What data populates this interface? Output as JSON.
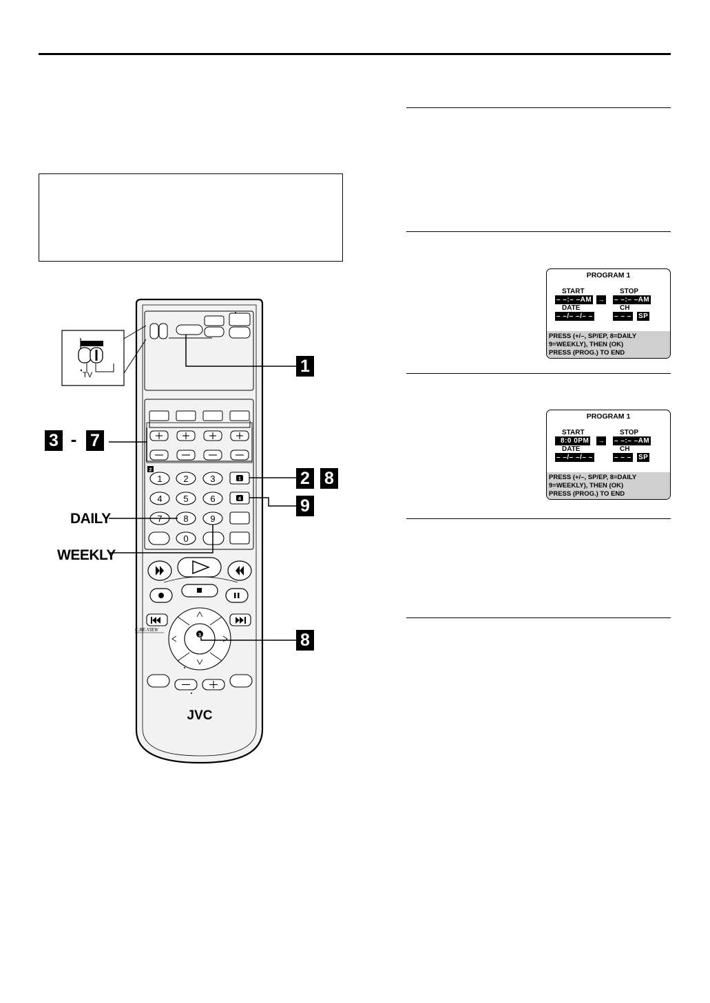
{
  "callouts": {
    "step1": "1",
    "step3": "3",
    "dash": "-",
    "step7": "7",
    "step2": "2",
    "step8a": "8",
    "step9": "9",
    "step8b": "8",
    "daily": "DAILY",
    "weekly": "WEEKLY"
  },
  "remote": {
    "brand": "JVC",
    "switch_label": "TV",
    "keypad": [
      "1",
      "2",
      "3",
      "4",
      "5",
      "6",
      "7",
      "8",
      "9",
      "0"
    ],
    "marker_2": "2",
    "marker_1": "1",
    "marker_4": "4",
    "marker_3": "3",
    "review_label": "C.RE-VIEW"
  },
  "osd_screens": [
    {
      "title": "PROGRAM 1",
      "start_label": "START",
      "start_value": "– –:– –AM",
      "stop_label": "STOP",
      "stop_value": "– –:– –AM",
      "date_label": "DATE",
      "date_value": "– –/– –/– –",
      "ch_label": "CH",
      "ch_value": "– – –",
      "speed": "SP",
      "arrow": "→",
      "msg_line1": "PRESS (+/–, SP/EP, 8=DAILY",
      "msg_line2": "9=WEEKLY), THEN (OK)",
      "msg_line3": "PRESS (PROG.) TO END"
    },
    {
      "title": "PROGRAM 1",
      "start_label": "START",
      "start_value": "8:0 0PM",
      "stop_label": "STOP",
      "stop_value": "– –:– –AM",
      "date_label": "DATE",
      "date_value": "– –/– –/– –",
      "ch_label": "CH",
      "ch_value": "– – –",
      "speed": "SP",
      "arrow": "→",
      "msg_line1": "PRESS (+/–, SP/EP, 8=DAILY",
      "msg_line2": "9=WEEKLY), THEN (OK)",
      "msg_line3": "PRESS (PROG.) TO END"
    }
  ]
}
